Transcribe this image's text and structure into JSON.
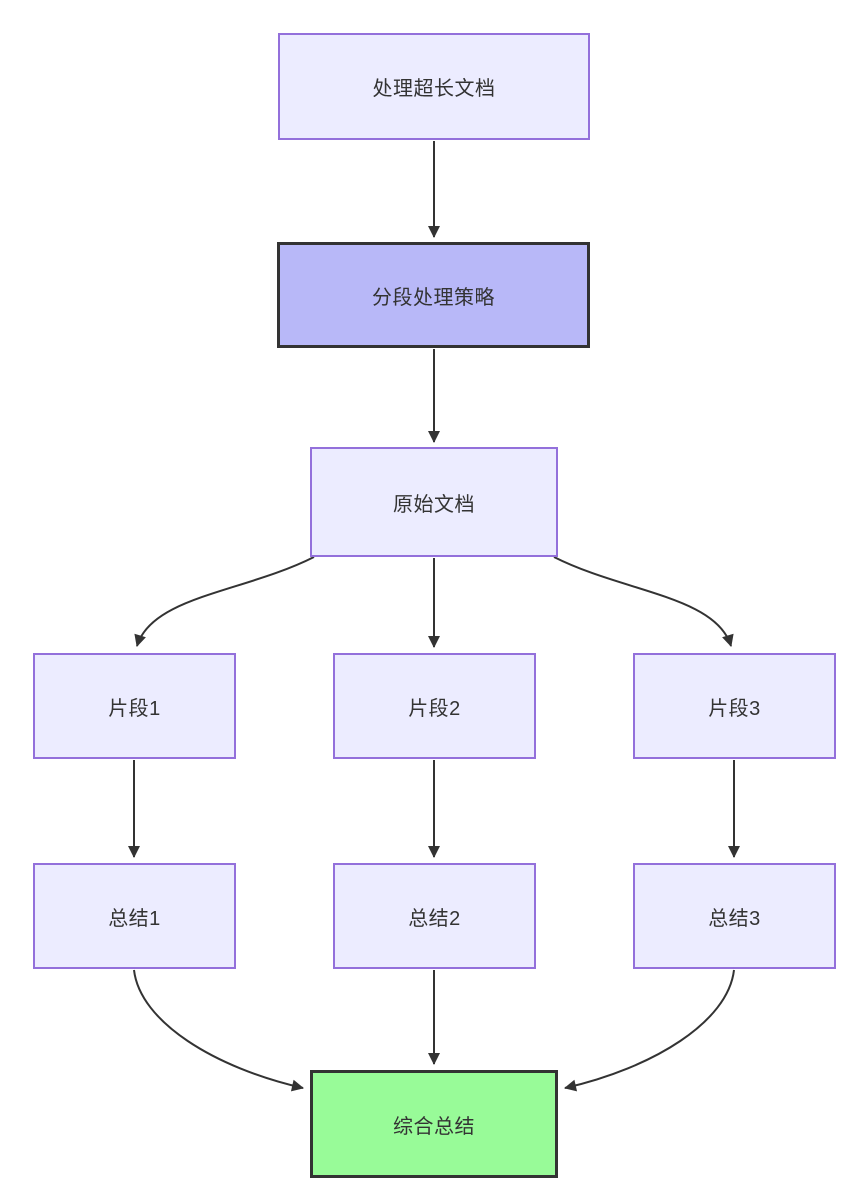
{
  "diagram": {
    "type": "flowchart",
    "direction": "top-down",
    "background": "#ffffff",
    "colors": {
      "node_fill": "#ECECFF",
      "node_border": "#9370DB",
      "highlight_fill": "#B8B8F8",
      "highlight_border": "#333333",
      "final_fill": "#98FB98",
      "final_border": "#333333",
      "edge": "#333333",
      "text": "#333333"
    },
    "nodes": [
      {
        "id": "A",
        "label": "处理超长文档",
        "style": "default"
      },
      {
        "id": "B",
        "label": "分段处理策略",
        "style": "highlight-purple"
      },
      {
        "id": "C",
        "label": "原始文档",
        "style": "default"
      },
      {
        "id": "D1",
        "label": "片段1",
        "style": "default"
      },
      {
        "id": "D2",
        "label": "片段2",
        "style": "default"
      },
      {
        "id": "D3",
        "label": "片段3",
        "style": "default"
      },
      {
        "id": "E1",
        "label": "总结1",
        "style": "default"
      },
      {
        "id": "E2",
        "label": "总结2",
        "style": "default"
      },
      {
        "id": "E3",
        "label": "总结3",
        "style": "default"
      },
      {
        "id": "F",
        "label": "综合总结",
        "style": "highlight-green"
      }
    ],
    "edges": [
      {
        "from": "A",
        "to": "B"
      },
      {
        "from": "B",
        "to": "C"
      },
      {
        "from": "C",
        "to": "D1"
      },
      {
        "from": "C",
        "to": "D2"
      },
      {
        "from": "C",
        "to": "D3"
      },
      {
        "from": "D1",
        "to": "E1"
      },
      {
        "from": "D2",
        "to": "E2"
      },
      {
        "from": "D3",
        "to": "E3"
      },
      {
        "from": "E1",
        "to": "F"
      },
      {
        "from": "E2",
        "to": "F"
      },
      {
        "from": "E3",
        "to": "F"
      }
    ]
  }
}
